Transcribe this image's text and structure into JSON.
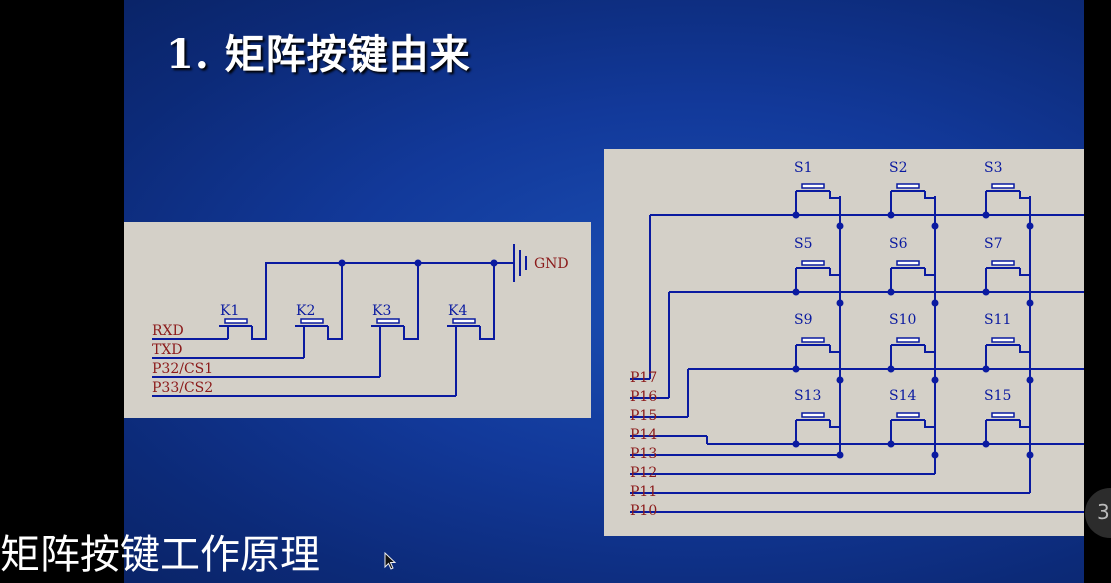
{
  "slide": {
    "title": "1. 矩阵按键由来"
  },
  "left_circuit": {
    "keys": [
      "K1",
      "K2",
      "K3",
      "K4"
    ],
    "pins": [
      "RXD",
      "TXD",
      "P32/CS1",
      "P33/CS2"
    ],
    "ground": "GND"
  },
  "right_circuit": {
    "switches": [
      "S1",
      "S2",
      "S3",
      "S5",
      "S6",
      "S7",
      "S9",
      "S10",
      "S11",
      "S13",
      "S14",
      "S15"
    ],
    "pins": [
      "P17",
      "P16",
      "P15",
      "P14",
      "P13",
      "P12",
      "P11",
      "P10"
    ]
  },
  "caption": "矩阵按键工作原理",
  "page_badge": "3",
  "colors": {
    "wire": "#0a1aa0",
    "label": "#8b1a1a",
    "panel": "#d4d0c8",
    "slide_blue": "#12399a"
  }
}
